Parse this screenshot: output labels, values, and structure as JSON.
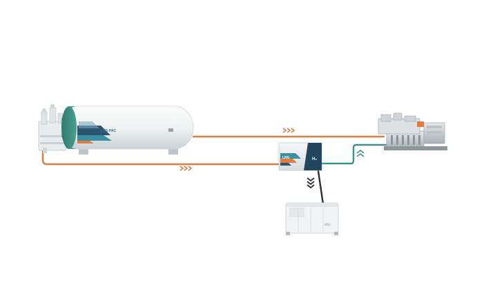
{
  "diagram": {
    "tank": {
      "label": "LNG PAC"
    },
    "reformer": {
      "label": "LNG",
      "tag": "H₂"
    },
    "container": {
      "label": "CO₂"
    }
  },
  "colors": {
    "background": "#ffffff",
    "pipe_lng": "#e07b39",
    "pipe_gas": "#3d8f8e",
    "pipe_co2": "#2b2f33",
    "tank_body": "#eef1f2",
    "tank_cap": "#3f8f7f",
    "accent_dark": "#2a5470",
    "accent_teal": "#3b8fa0",
    "chevron_dark": "#2b2f33",
    "engine_grey": "#c9cdd0"
  },
  "icons": [
    "lng-tank-icon",
    "valve-cluster-icon",
    "reformer-unit-icon",
    "engine-icon",
    "co2-container-icon",
    "flow-chevron-icon"
  ]
}
